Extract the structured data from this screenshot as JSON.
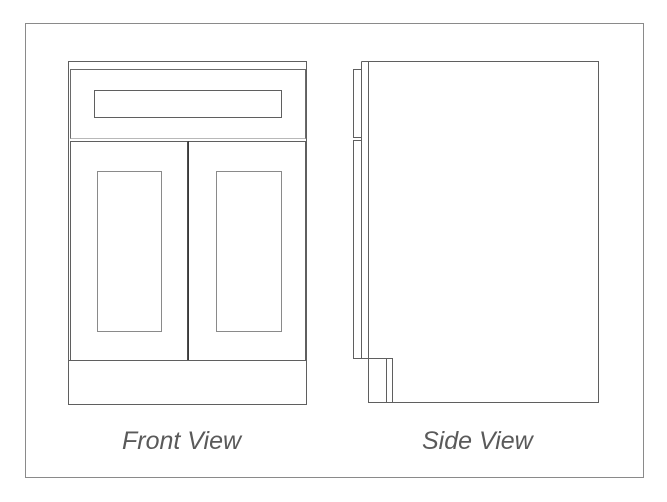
{
  "diagram": {
    "type": "cabinet-elevation-drawing",
    "views": [
      {
        "id": "front",
        "label": "Front View",
        "parts": [
          "carcass",
          "drawer-front",
          "drawer-panel",
          "left-door",
          "left-door-panel",
          "right-door",
          "right-door-panel",
          "toe-kick"
        ]
      },
      {
        "id": "side",
        "label": "Side View",
        "parts": [
          "cabinet-side",
          "face-frame-edge",
          "drawer-front-profile",
          "door-profile",
          "toe-kick-recess"
        ]
      }
    ],
    "colors": {
      "line": "#5f5f5f",
      "line_light": "#b0b0b0",
      "frame": "#8a8a8a",
      "caption": "#5a5a5a",
      "background": "#ffffff"
    }
  }
}
